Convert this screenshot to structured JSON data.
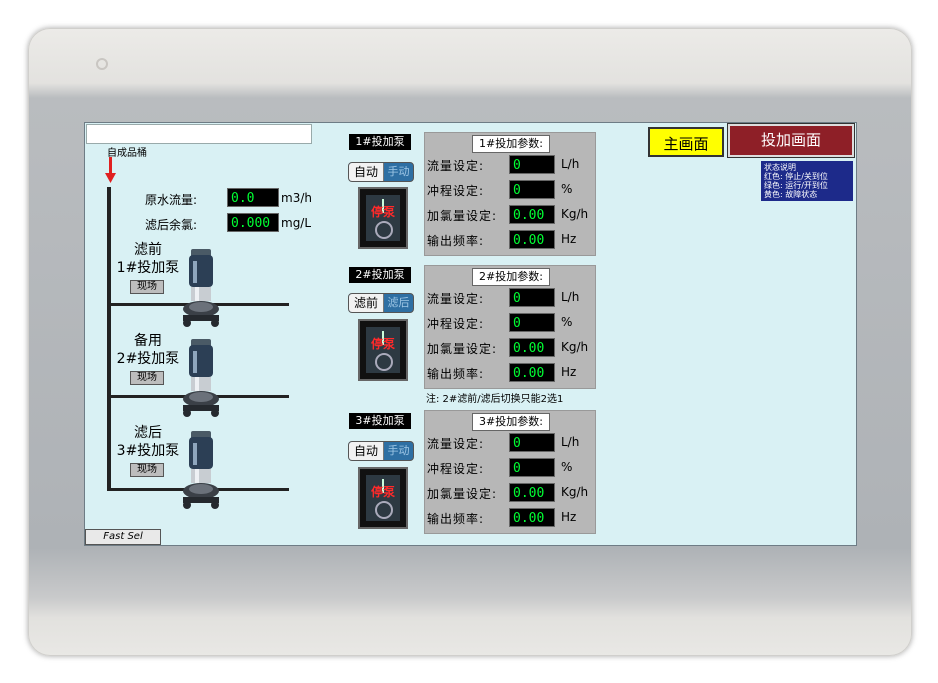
{
  "main": {
    "title_box": "",
    "tank_label": "自成品桶",
    "raw_flow_label": "原水流量:",
    "raw_flow_value": "0.0",
    "raw_flow_unit": "m3/h",
    "residual_label": "滤后余氯:",
    "residual_value": "0.000",
    "residual_unit": "mg/L",
    "note": "注: 2#滤前/滤后切换只能2选1",
    "fast_sel": "Fast Sel"
  },
  "pumps": [
    {
      "title_line1": "滤前",
      "title_line2": "1#投加泵",
      "site_btn": "现场"
    },
    {
      "title_line1": "备用",
      "title_line2": "2#投加泵",
      "site_btn": "现场"
    },
    {
      "title_line1": "滤后",
      "title_line2": "3#投加泵",
      "site_btn": "现场"
    }
  ],
  "controls": [
    {
      "header": "1#投加泵",
      "toggle_on": "自动",
      "toggle_off": "手动",
      "switch_label": "停泵"
    },
    {
      "header": "2#投加泵",
      "toggle_on": "滤前",
      "toggle_off": "滤后",
      "switch_label": "停泵"
    },
    {
      "header": "3#投加泵",
      "toggle_on": "自动",
      "toggle_off": "手动",
      "switch_label": "停泵"
    }
  ],
  "params": [
    {
      "header": "1#投加参数:",
      "rows": [
        {
          "label": "流量设定:",
          "value": "0",
          "unit": "L/h"
        },
        {
          "label": "冲程设定:",
          "value": "0",
          "unit": "%"
        },
        {
          "label": "加氯量设定:",
          "value": "0.00",
          "unit": "Kg/h"
        },
        {
          "label": "输出频率:",
          "value": "0.00",
          "unit": "Hz"
        }
      ]
    },
    {
      "header": "2#投加参数:",
      "rows": [
        {
          "label": "流量设定:",
          "value": "0",
          "unit": "L/h"
        },
        {
          "label": "冲程设定:",
          "value": "0",
          "unit": "%"
        },
        {
          "label": "加氯量设定:",
          "value": "0.00",
          "unit": "Kg/h"
        },
        {
          "label": "输出频率:",
          "value": "0.00",
          "unit": "Hz"
        }
      ]
    },
    {
      "header": "3#投加参数:",
      "rows": [
        {
          "label": "流量设定:",
          "value": "0",
          "unit": "L/h"
        },
        {
          "label": "冲程设定:",
          "value": "0",
          "unit": "%"
        },
        {
          "label": "加氯量设定:",
          "value": "0.00",
          "unit": "Kg/h"
        },
        {
          "label": "输出频率:",
          "value": "0.00",
          "unit": "Hz"
        }
      ]
    }
  ],
  "nav": {
    "main_screen": "主画面",
    "dosing_screen": "投加画面"
  },
  "legend": {
    "title": "状态说明",
    "line1": "红色: 停止/关到位",
    "line2": "绿色: 运行/开到位",
    "line3": "黄色: 故障状态"
  },
  "colors": {
    "screen_bg": "#d9f1f4",
    "value_text": "#00ff33",
    "main_button": "#ffff00",
    "dosing_button": "#8e1f27",
    "stop_text": "#ff2a2a"
  }
}
